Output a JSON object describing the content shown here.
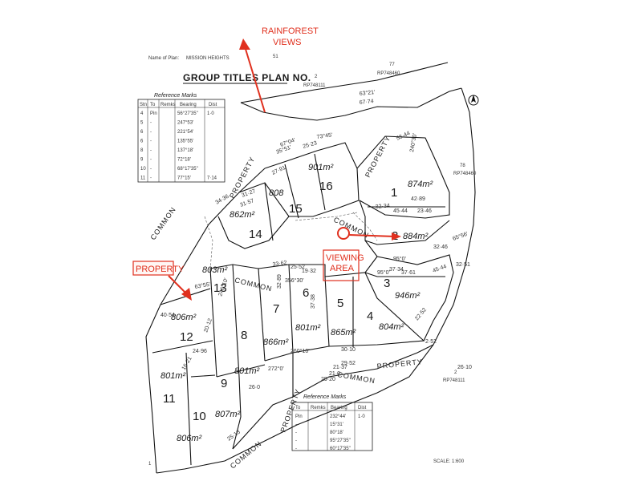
{
  "plan": {
    "title": "GROUP TITLES PLAN NO.",
    "name_of_plan_label": "Name of Plan:",
    "name_of_plan_value": "MISSION HEIGHTS",
    "plan_number": "51",
    "scale": "SCALE: 1:600"
  },
  "annotations": {
    "rainforest_line1": "RAINFOREST",
    "rainforest_line2": "VIEWS",
    "property": "PROPERTY",
    "viewing_line1": "VIEWING",
    "viewing_line2": "AREA",
    "color": "#e0301e"
  },
  "boundary_labels": {
    "common_property_a": "COMMON",
    "common_property_b": "PROPERTY",
    "common_left": "COMMON",
    "common_bottom": "COMMON",
    "property_bottom": "PROPERTY",
    "property_upper": "PROPERTY",
    "property_right": "PROPERTY",
    "common_mid": "COMMON",
    "common_lower": "COMMON",
    "prop_lower": "PROPERTY",
    "rp_top_lot": "2",
    "rp_top_lot_ref": "RP748111",
    "rp_77": "77",
    "rp_77_ref": "RP748460",
    "rp_78": "78",
    "rp_78_ref": "RP748460",
    "rp_bottom_lot": "2",
    "rp_bottom_ref": "RP748111"
  },
  "lots": [
    {
      "num": "1",
      "area": "874m²"
    },
    {
      "num": "2",
      "area": "884m²"
    },
    {
      "num": "3",
      "area": "946m²"
    },
    {
      "num": "4",
      "area": "804m²"
    },
    {
      "num": "5",
      "area": "865m²"
    },
    {
      "num": "6",
      "area": "801m²"
    },
    {
      "num": "7",
      "area": "866m²"
    },
    {
      "num": "8",
      "area": "801m²"
    },
    {
      "num": "9",
      "area": "807m²"
    },
    {
      "num": "10",
      "area": "806m²"
    },
    {
      "num": "11",
      "area": "801m²"
    },
    {
      "num": "12",
      "area": "806m²"
    },
    {
      "num": "13",
      "area": "803m²"
    },
    {
      "num": "14",
      "area": "862m²"
    },
    {
      "num": "15",
      "area": "808"
    },
    {
      "num": "16",
      "area": "901m²"
    }
  ],
  "ref_table_top": {
    "title": "Reference Marks",
    "headers": [
      "Stn",
      "To",
      "Remks",
      "Bearing",
      "Dist"
    ],
    "rows": [
      [
        "4",
        "Pin",
        "",
        "56°27'35\"",
        "1·0"
      ],
      [
        "5",
        "-",
        "",
        "247°53'",
        ""
      ],
      [
        "6",
        "-",
        "",
        "221°54'",
        ""
      ],
      [
        "6",
        "-",
        "",
        "135°55'",
        ""
      ],
      [
        "8",
        "-",
        "",
        "137°18'",
        ""
      ],
      [
        "9",
        "-",
        "",
        "72°18'",
        ""
      ],
      [
        "10",
        "-",
        "",
        "68°17'35\"",
        ""
      ],
      [
        "11",
        "-",
        "",
        "77°15'",
        "7·14"
      ]
    ]
  },
  "ref_table_bottom": {
    "title": "Reference Marks",
    "headers": [
      "To",
      "Remks",
      "Bearing",
      "Dist"
    ],
    "rows": [
      [
        "Pin",
        "",
        "232°44'",
        "1·0"
      ],
      [
        "-",
        "",
        "15°31'",
        ""
      ],
      [
        "-",
        "",
        "80°18'",
        ""
      ],
      [
        "-",
        "",
        "95°27'35\"",
        ""
      ],
      [
        "-",
        "",
        "60°17'35\"",
        ""
      ]
    ]
  },
  "dimensions": [
    "73°45'",
    "67°04'",
    "35°51'",
    "25·23",
    "63°21'",
    "67·74",
    "31·27",
    "34·36",
    "31·57",
    "27·91",
    "42·89",
    "23·46",
    "32·34",
    "45·44",
    "32·46",
    "37·34",
    "37·61",
    "45·44",
    "95°0'",
    "33·62",
    "25·52",
    "19·32",
    "32·89",
    "37·38",
    "30·10",
    "260°10'",
    "272°0'",
    "356°30'",
    "95°0'",
    "21·37",
    "29·52",
    "29·20",
    "21·0",
    "26·0",
    "20·12",
    "246°10'",
    "63°55'",
    "65°56'",
    "53·44",
    "240°30'",
    "32·51",
    "22·52",
    "40·54",
    "24·96",
    "16·21",
    "25·13",
    "26·10",
    "2·52"
  ]
}
